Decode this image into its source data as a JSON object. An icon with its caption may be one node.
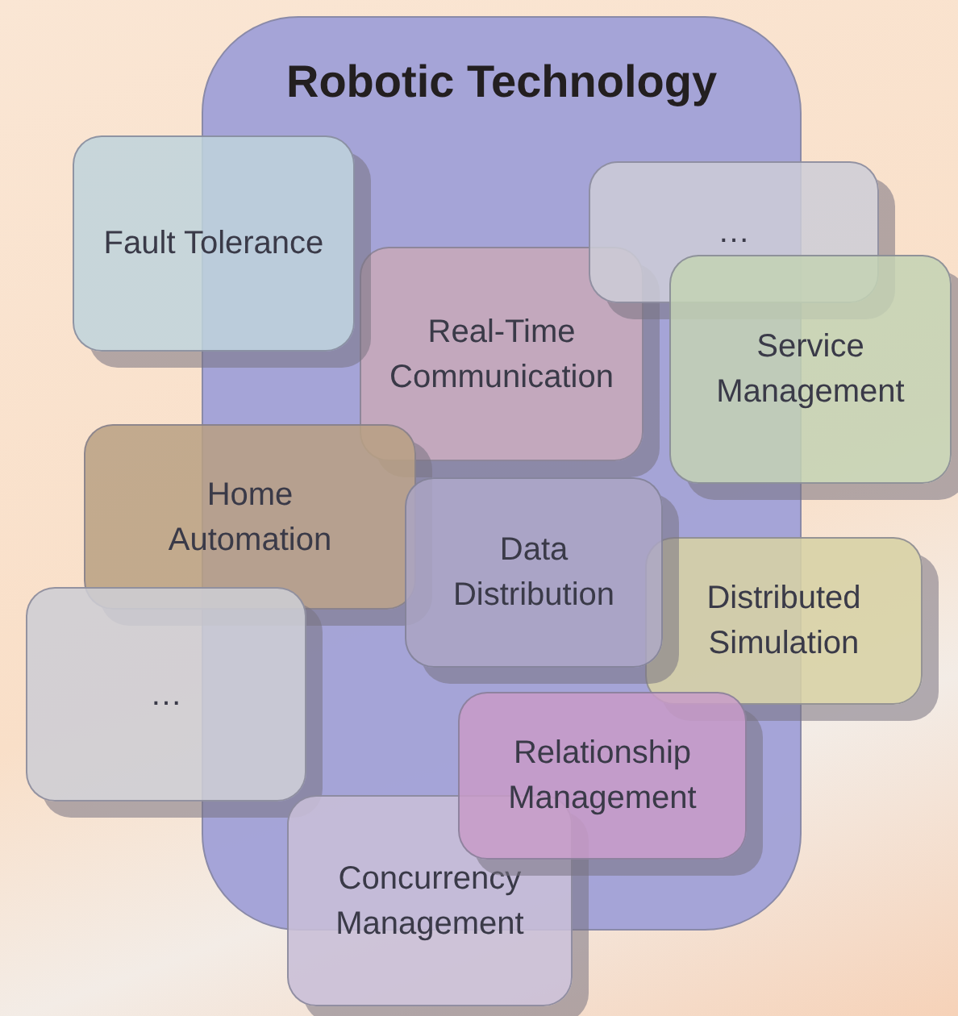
{
  "diagram": {
    "nodes": [
      {
        "text": [
          "Robotic Technology"
        ]
      },
      {
        "text": [
          "Fault Tolerance"
        ]
      },
      {
        "text": [
          "…"
        ]
      },
      {
        "text": [
          "Real-Time Communication"
        ],
        "in": 0
      },
      {
        "text": [
          "Service Management"
        ]
      },
      {
        "text": [
          "Home Automation"
        ]
      },
      {
        "text": [
          "Data Distribution"
        ],
        "in": 0
      },
      {
        "text": [
          "…"
        ]
      },
      {
        "text": [
          "Distributed Simulation"
        ]
      },
      {
        "text": [
          "Relationship Management"
        ],
        "in": 0
      },
      {
        "text": [
          "Concurrency Management"
        ]
      }
    ]
  }
}
